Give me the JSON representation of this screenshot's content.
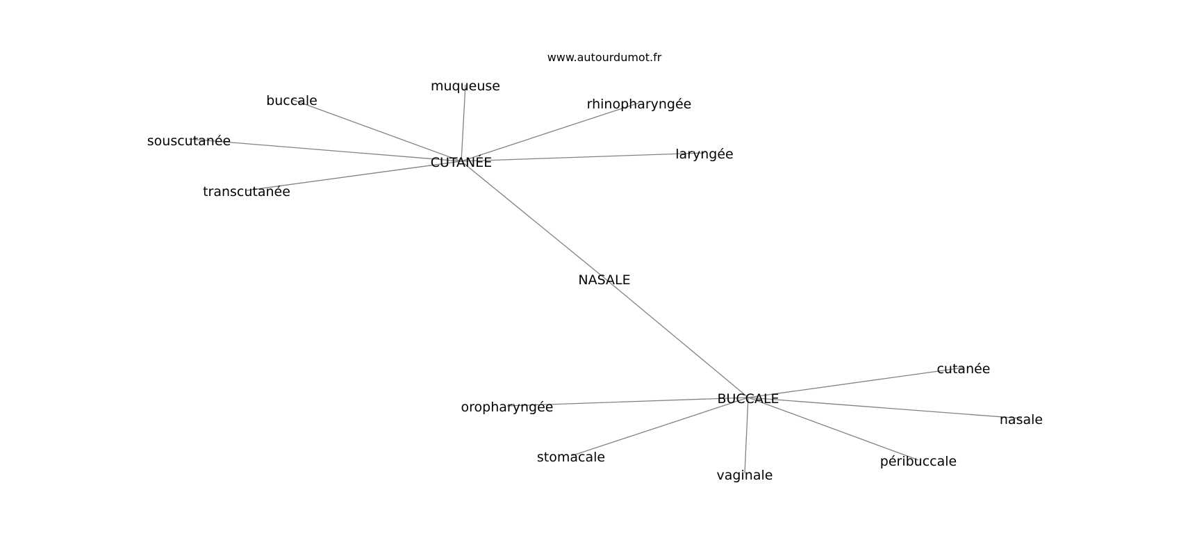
{
  "source": "www.autourdumot.fr",
  "edge_color": "#808080",
  "text_color": "#000000",
  "center": "NASALE",
  "hubs": [
    "CUTANÉE",
    "BUCCALE"
  ],
  "words": {
    "nasale_center": "NASALE",
    "cutanee_hub": "CUTANÉE",
    "buccale_hub": "BUCCALE",
    "buccale": "buccale",
    "muqueuse": "muqueuse",
    "rhinopharyngee": "rhinopharyngée",
    "souscutanee": "souscutanée",
    "laryngee": "laryngée",
    "transcutanee": "transcutanée",
    "cutanee": "cutanée",
    "oropharyngee": "oropharyngée",
    "nasale": "nasale",
    "stomacale": "stomacale",
    "peribuccale": "péribuccale",
    "vaginale": "vaginale"
  },
  "links": [
    [
      "cutanee_hub",
      "nasale_center"
    ],
    [
      "nasale_center",
      "buccale_hub"
    ],
    [
      "cutanee_hub",
      "buccale"
    ],
    [
      "cutanee_hub",
      "muqueuse"
    ],
    [
      "cutanee_hub",
      "rhinopharyngee"
    ],
    [
      "cutanee_hub",
      "souscutanee"
    ],
    [
      "cutanee_hub",
      "laryngee"
    ],
    [
      "cutanee_hub",
      "transcutanee"
    ],
    [
      "buccale_hub",
      "cutanee"
    ],
    [
      "buccale_hub",
      "oropharyngee"
    ],
    [
      "buccale_hub",
      "nasale"
    ],
    [
      "buccale_hub",
      "stomacale"
    ],
    [
      "buccale_hub",
      "peribuccale"
    ],
    [
      "buccale_hub",
      "vaginale"
    ]
  ]
}
